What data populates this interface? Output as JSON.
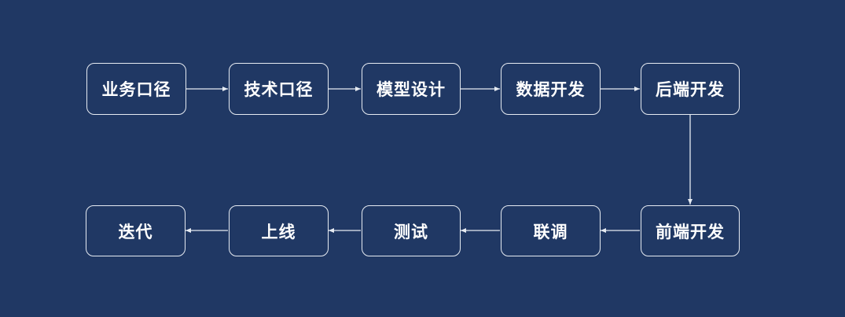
{
  "diagram": {
    "row1": [
      {
        "label": "业务口径"
      },
      {
        "label": "技术口径"
      },
      {
        "label": "模型设计"
      },
      {
        "label": "数据开发"
      },
      {
        "label": "后端开发"
      }
    ],
    "row2": [
      {
        "label": "迭代"
      },
      {
        "label": "上线"
      },
      {
        "label": "测试"
      },
      {
        "label": "联调"
      },
      {
        "label": "前端开发"
      }
    ],
    "colors": {
      "background": "#203864",
      "border": "#e6ebf2",
      "text": "#ffffff",
      "arrow": "#e6ebf2"
    }
  }
}
